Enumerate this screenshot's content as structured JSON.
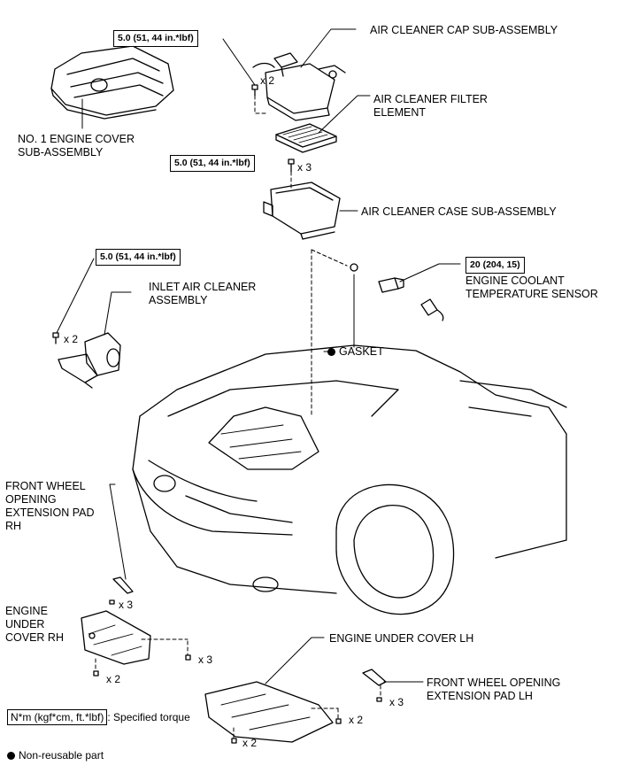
{
  "labels": {
    "cap": "AIR CLEANER CAP SUB-ASSEMBLY",
    "filter": "AIR CLEANER FILTER\nELEMENT",
    "engine_cover": "NO. 1 ENGINE COVER\nSUB-ASSEMBLY",
    "case": "AIR CLEANER CASE SUB-ASSEMBLY",
    "ect_sensor": "ENGINE COOLANT\nTEMPERATURE SENSOR",
    "inlet": "INLET AIR CLEANER\nASSEMBLY",
    "gasket": "GASKET",
    "pad_rh": "FRONT WHEEL\nOPENING\nEXTENSION PAD\nRH",
    "under_rh": "ENGINE\nUNDER\nCOVER RH",
    "under_lh": "ENGINE UNDER COVER LH",
    "pad_lh": "FRONT WHEEL OPENING\nEXTENSION PAD LH"
  },
  "torques": {
    "cap": "5.0 (51, 44 in.*lbf)",
    "case": "5.0 (51, 44 in.*lbf)",
    "inlet": "5.0 (51, 44 in.*lbf)",
    "sensor": "20 (204, 15)"
  },
  "quantities": {
    "cap": "x 2",
    "case": "x 3",
    "inlet": "x 2",
    "pad_rh": "x 3",
    "under_rh_right": "x 3",
    "under_rh_bottom": "x 2",
    "under_lh_right": "x 2",
    "under_lh_bottom": "x 2",
    "pad_lh": "x 3"
  },
  "legend": {
    "torque_unit": "N*m (kgf*cm, ft.*lbf)",
    "torque_desc": ": Specified torque",
    "nonreusable": "Non-reusable part"
  }
}
